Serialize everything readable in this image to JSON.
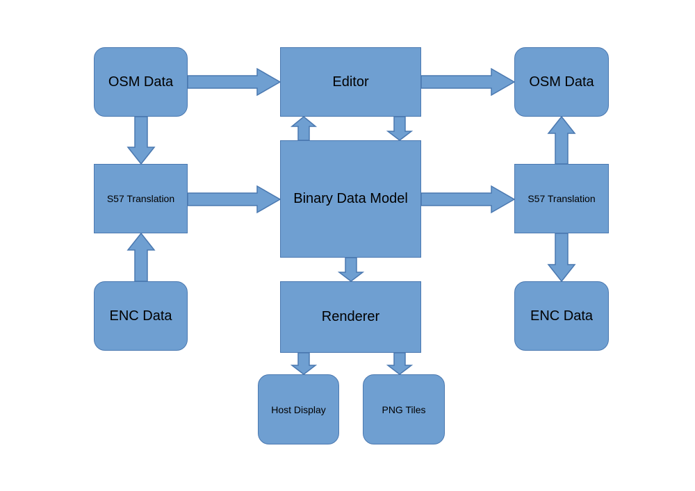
{
  "diagram": {
    "left_column": {
      "osm_data": "OSM Data",
      "s57_translation": "S57 Translation",
      "enc_data": "ENC Data"
    },
    "center_column": {
      "editor": "Editor",
      "binary_data_model": "Binary Data Model",
      "renderer": "Renderer",
      "host_display": "Host Display",
      "png_tiles": "PNG Tiles"
    },
    "right_column": {
      "osm_data": "OSM Data",
      "s57_translation": "S57 Translation",
      "enc_data": "ENC Data"
    },
    "colors": {
      "box_fill": "#6f9fd1",
      "box_stroke": "#4a78b0"
    }
  }
}
